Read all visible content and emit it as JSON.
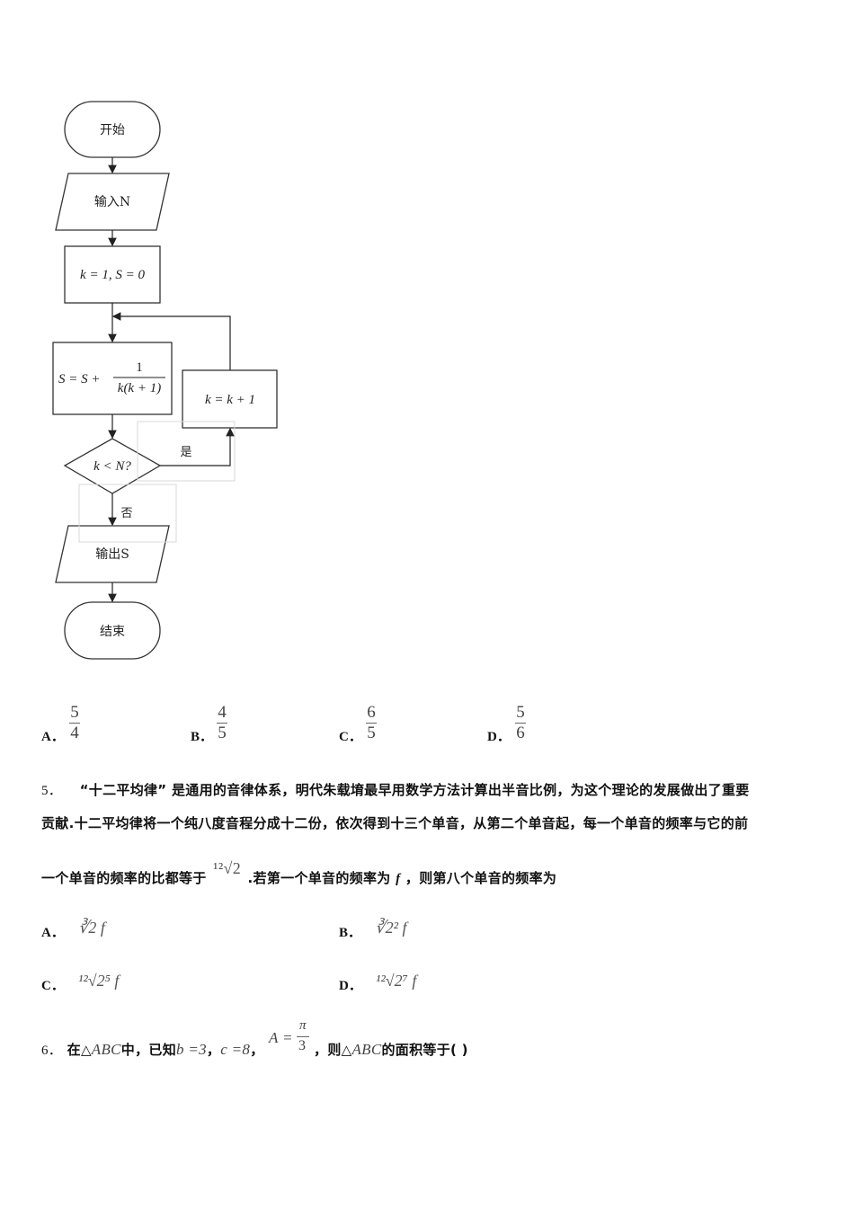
{
  "flowchart": {
    "start": "开始",
    "input": "输入N",
    "init": "k = 1, S = 0",
    "update_s": "S = S + 1/(k(k+1))",
    "increment": "k = k + 1",
    "decision": "k < N?",
    "yes": "是",
    "no": "否",
    "output": "输出S",
    "end": "结束"
  },
  "q4_options": [
    {
      "label": "A．",
      "num": "5",
      "den": "4"
    },
    {
      "label": "B．",
      "num": "4",
      "den": "5"
    },
    {
      "label": "C．",
      "num": "6",
      "den": "5"
    },
    {
      "label": "D．",
      "num": "5",
      "den": "6"
    }
  ],
  "q5": {
    "number": "5．",
    "line1": "“十二平均律” 是通用的音律体系，明代朱载堉最早用数学方法计算出半音比例，为这个理论的发展做出了重要",
    "line2": "贡献.十二平均律将一个纯八度音程分成十二份，依次得到十三个单音，从第二个单音起，每一个单音的频率与它的前",
    "line3a": "一个单音的频率的比都等于",
    "root": "¹²√2",
    "line3b": ".若第一个单音的频率为",
    "f": "f",
    "line3c": "，则第八个单音的频率为",
    "options": [
      {
        "label": "A．",
        "expr": "∛2 f"
      },
      {
        "label": "B．",
        "expr": "∛2² f"
      },
      {
        "label": "C．",
        "expr": "¹²√2⁵ f"
      },
      {
        "label": "D．",
        "expr": "¹²√2⁷ f"
      }
    ]
  },
  "q6": {
    "number": "6．",
    "t1": "在△",
    "abc": "ABC",
    "t2": "中，已知",
    "b": "b =3",
    "comma": "，",
    "c": "c =8",
    "A": "A =",
    "pi": "π",
    "three": "3",
    "t3": "，则△",
    "t4": "的面积等于( )"
  }
}
